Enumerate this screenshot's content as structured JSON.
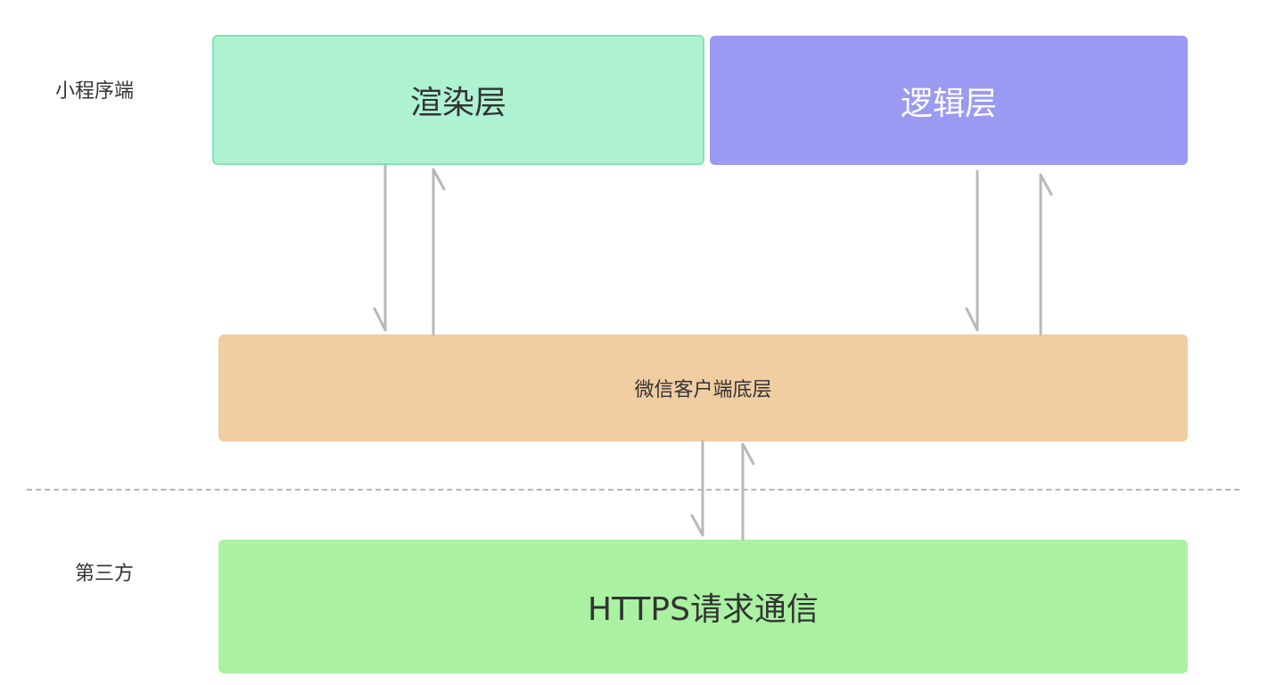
{
  "labels": {
    "client": "小程序端",
    "third_party": "第三方"
  },
  "blocks": {
    "render_layer": "渲染层",
    "logic_layer": "逻辑层",
    "wechat_base": "微信客户端底层",
    "https": "HTTPS请求通信"
  },
  "colors": {
    "render_layer": "#aef2d2",
    "logic_layer": "#9a9af2",
    "wechat_base": "#f1cda2",
    "https": "#aaf2a2",
    "arrow": "#b8b8b8",
    "divider": "#b5b5b5"
  }
}
